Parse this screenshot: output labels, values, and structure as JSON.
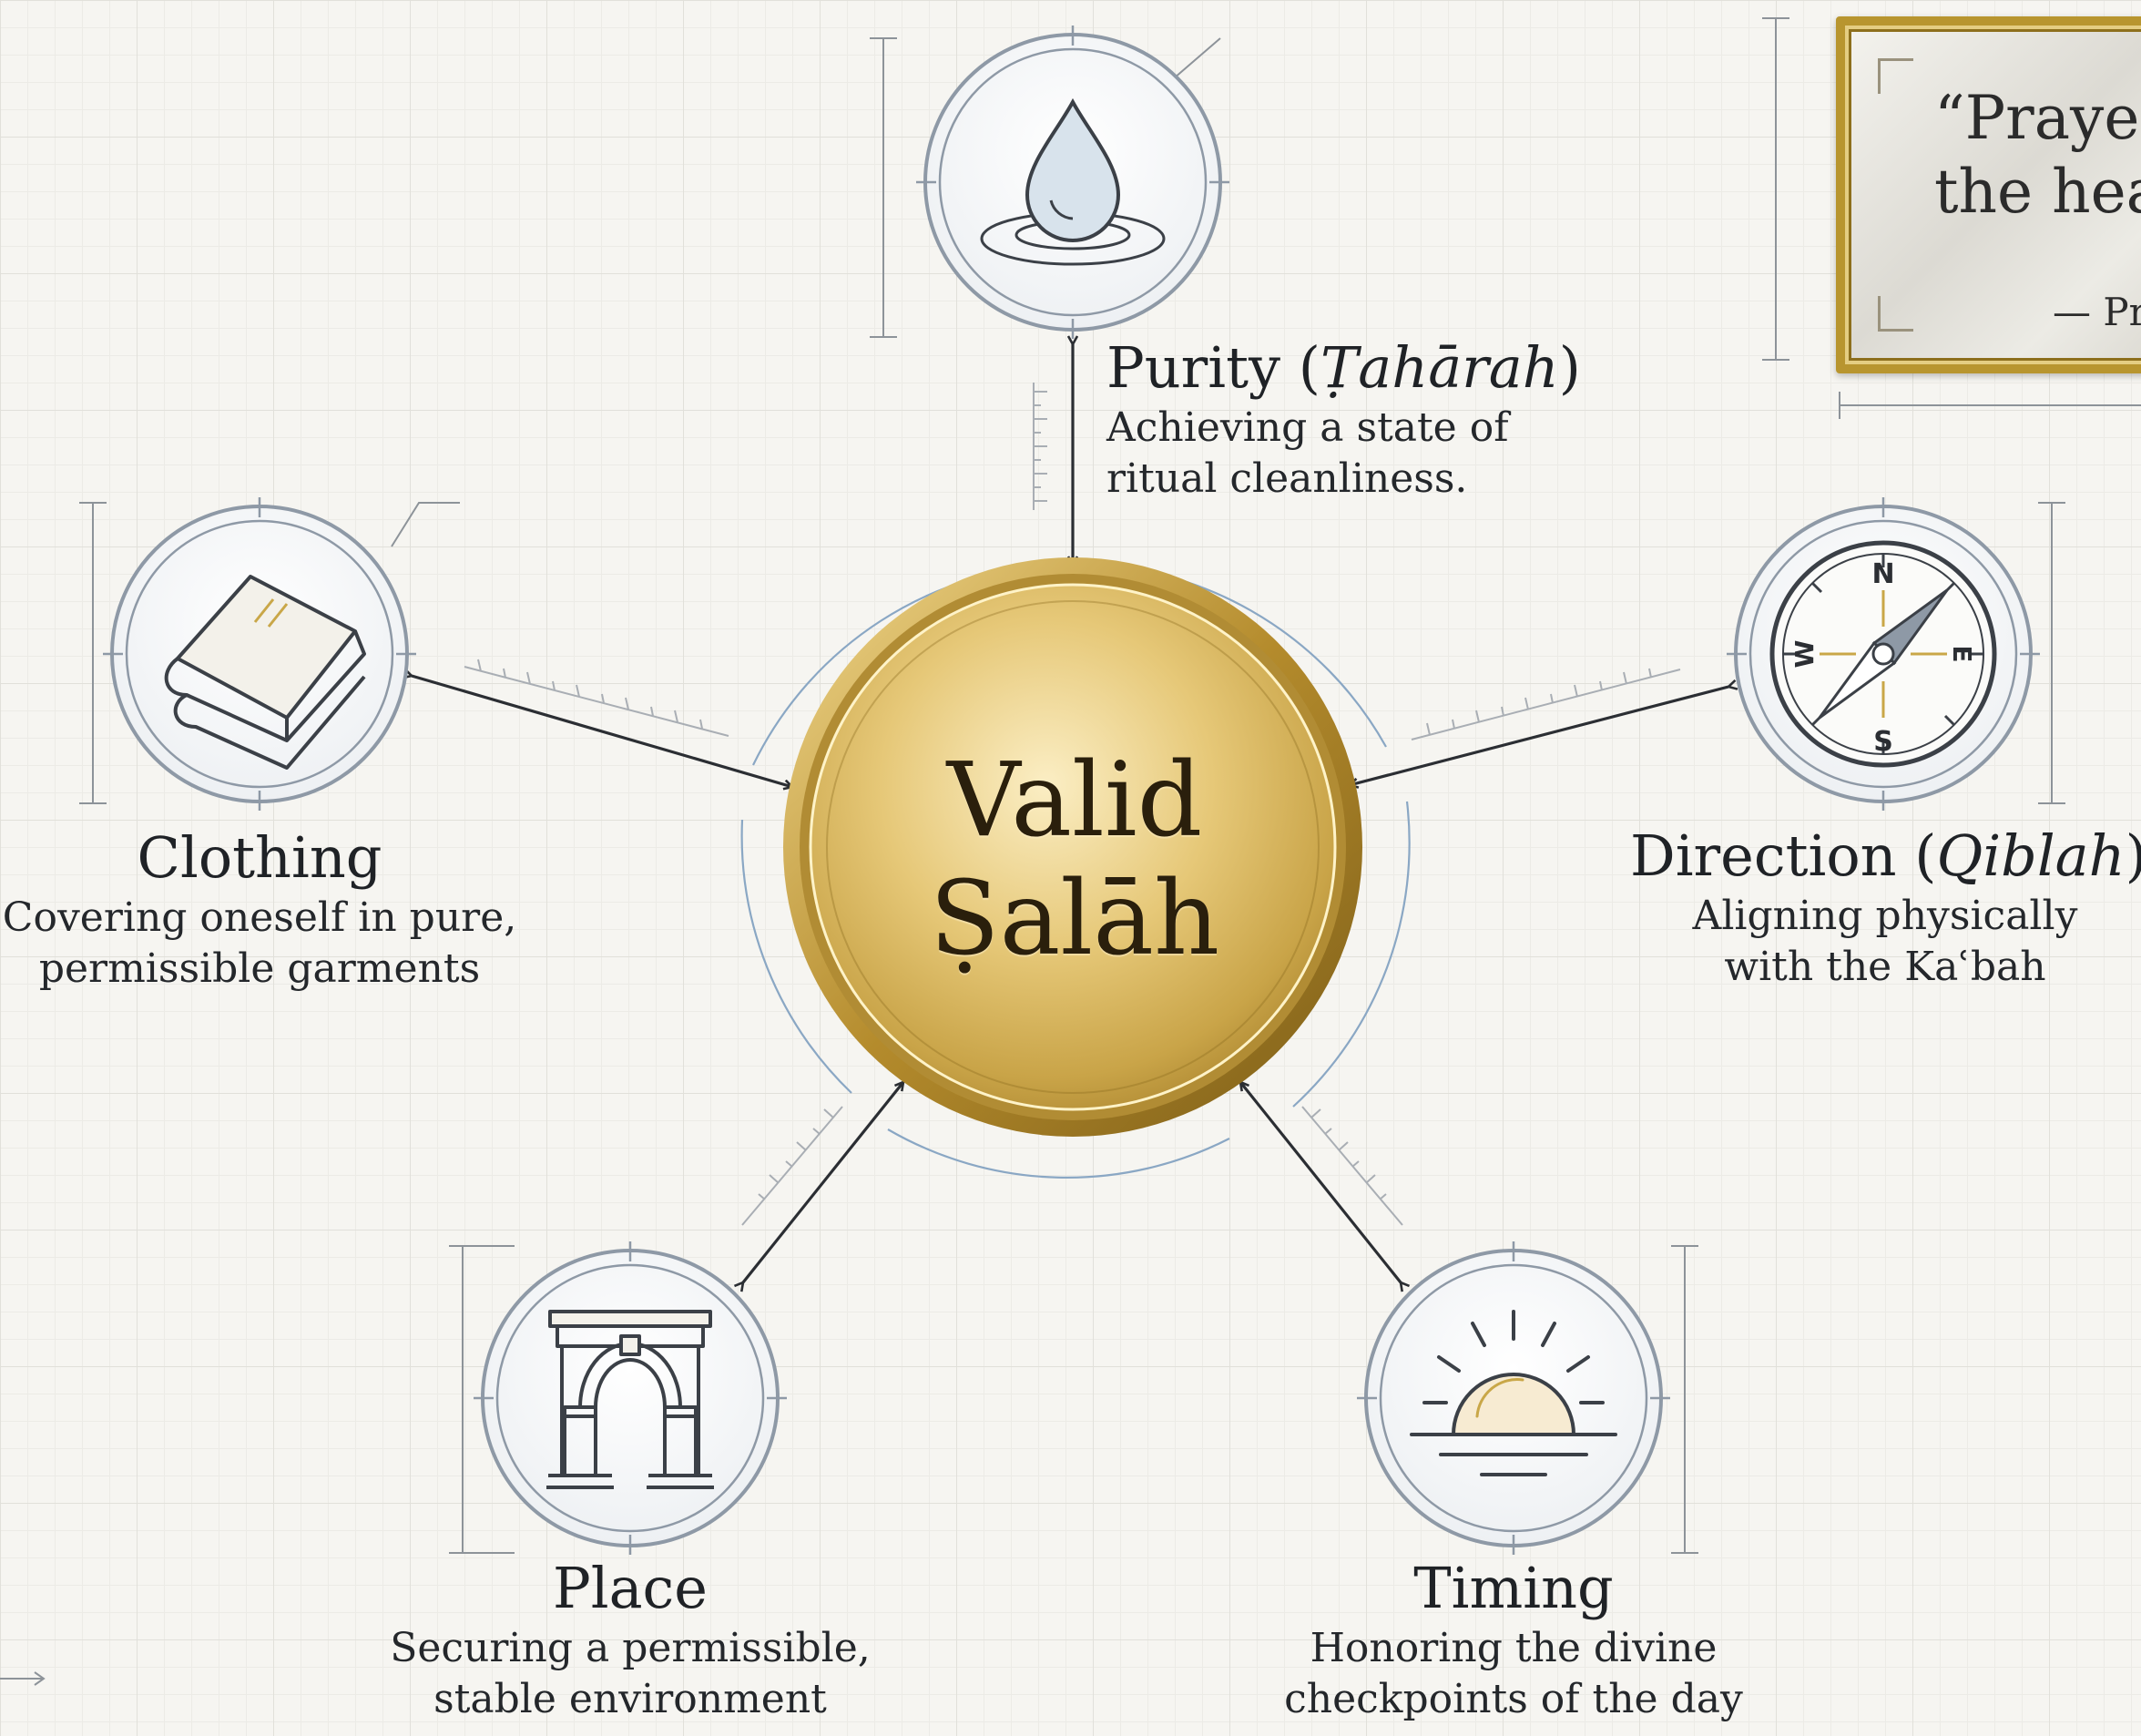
{
  "center": {
    "line1": "Valid",
    "line2": "Ṣalāh"
  },
  "conditions": [
    {
      "id": "purity",
      "title_main": "Purity (",
      "title_term": "Ṭahārah",
      "title_close": ")",
      "desc_line1": "Achieving a state of",
      "desc_line2": "ritual cleanliness.",
      "icon": "water-drop-icon"
    },
    {
      "id": "direction",
      "title_main": "Direction (",
      "title_term": "Qiblah",
      "title_close": ")",
      "desc_line1": "Aligning physically",
      "desc_line2": "with the Kaʿbah",
      "icon": "compass-icon"
    },
    {
      "id": "timing",
      "title_main": "Timing",
      "desc_line1": "Honoring the divine",
      "desc_line2": "checkpoints of the day",
      "icon": "sunrise-icon"
    },
    {
      "id": "place",
      "title_main": "Place",
      "desc_line1": "Securing a permissible,",
      "desc_line2": "stable environment",
      "icon": "archway-icon"
    },
    {
      "id": "clothing",
      "title_main": "Clothing",
      "desc_line1": "Covering oneself in pure,",
      "desc_line2": "permissible garments",
      "icon": "folded-cloth-icon"
    }
  ],
  "compass_letters": {
    "n": "N",
    "e": "E",
    "s": "S",
    "w": "W"
  },
  "quote": {
    "line1": "“Prayer",
    "line2": "the head",
    "attribution": "— Pro"
  },
  "colors": {
    "gold": "#c9a748",
    "gold_dark": "#8a6a1c",
    "ink": "#1f2226",
    "ring": "#9aa5b1",
    "accent_blue": "#8aa7c4"
  }
}
